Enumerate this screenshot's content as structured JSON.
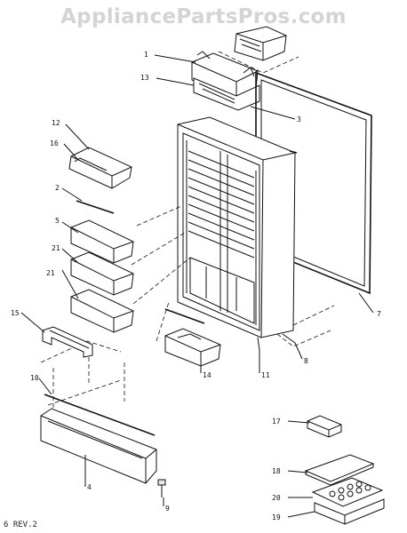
{
  "watermark": "AppliancePartsPros.com",
  "revision": "6 REV.2",
  "labels": {
    "p1": "1",
    "p13": "13",
    "p3": "3",
    "p12": "12",
    "p16": "16",
    "p2": "2",
    "p5": "5",
    "p21a": "21",
    "p21b": "21",
    "p15": "15",
    "p10": "10",
    "p4": "4",
    "p9": "9",
    "p14": "14",
    "p11": "11",
    "p8": "8",
    "p7": "7",
    "p17": "17",
    "p18": "18",
    "p20": "20",
    "p19": "19"
  }
}
